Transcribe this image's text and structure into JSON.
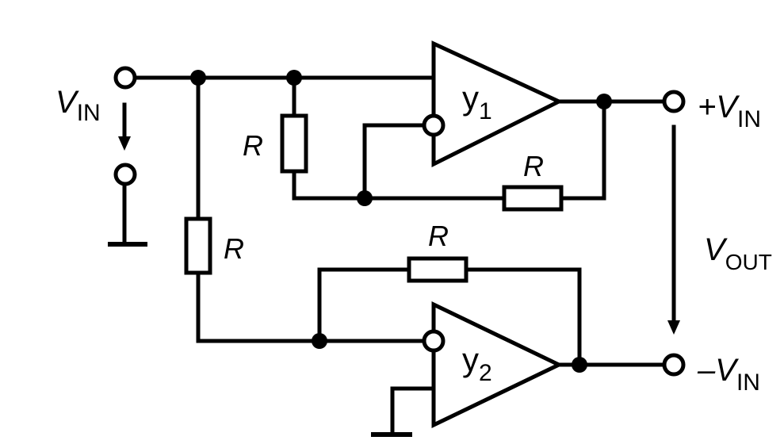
{
  "labels": {
    "vin_main": "V",
    "vin_sub": "IN",
    "r_top": "R",
    "r_feedback_top": "R",
    "r_left": "R",
    "r_feedback_bottom": "R",
    "op1_main": "y",
    "op1_sub": "1",
    "op2_main": "y",
    "op2_sub": "2",
    "out_plus_main": "+V",
    "out_plus_sub": "IN",
    "vout_main": "V",
    "vout_sub": "OUT",
    "out_minus_main": "–V",
    "out_minus_sub": "IN"
  }
}
